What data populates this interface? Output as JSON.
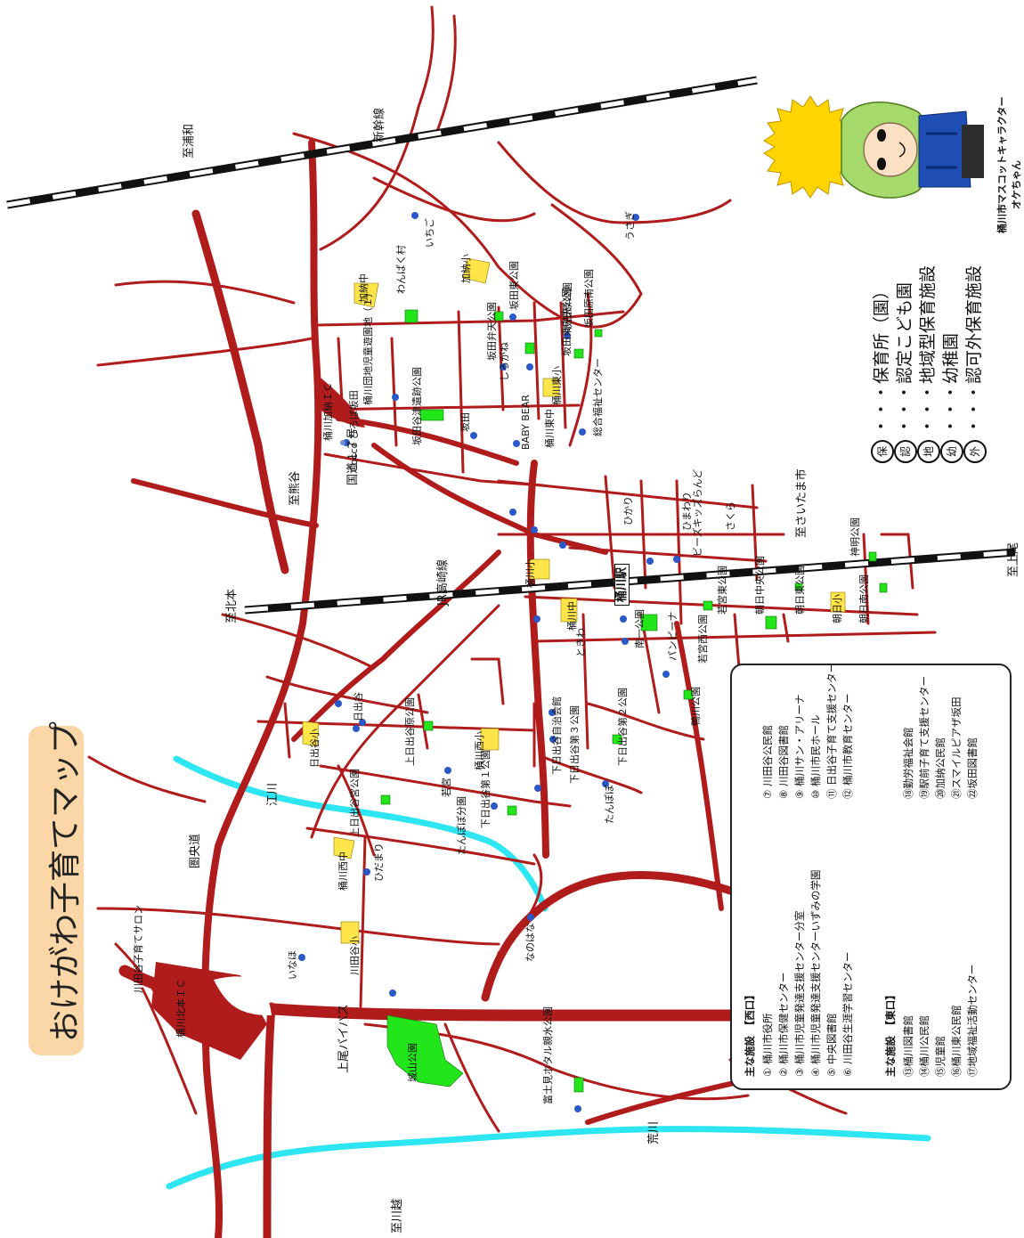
{
  "title": "おけがわ子育てマップ",
  "directions": {
    "urawa": "至浦和",
    "kumagaya": "至熊谷",
    "kitamoto": "至北本",
    "saitama": "至さいたま市",
    "ageo": "至上尾",
    "kawagoe": "至川越"
  },
  "railways": {
    "shinkansen": "新幹線",
    "takasaki": "JR高崎線",
    "station": "桶川駅"
  },
  "roads": {
    "route17": "国道１７号",
    "kenou": "圏央道",
    "ageo_bypass": "上尾バイパス",
    "kanou_ic": "桶川加納ＩＣ",
    "kitamoto_ic": "桶川北本ＩＣ"
  },
  "rivers": {
    "egawa": "江川",
    "arakawa": "荒川"
  },
  "facility_labels": [
    "わんぱく村",
    "いちご",
    "加納小",
    "加納中",
    "うさぎ",
    "坂田東公園",
    "坂田原南公園",
    "坂田弁天公園",
    "しろがね",
    "坂田東中央公園",
    "坂田原公園",
    "桶川東小",
    "桶川団地児童遊園地（１）",
    "坂田谷津遺跡公園",
    "坂田",
    "BABY BEAR",
    "桶川東中",
    "総合福祉センター",
    "Cocco ひろば坂田",
    "ひかり",
    "ひまわり",
    "ビーズキッズらんど",
    "さくら",
    "神明公園",
    "朝日南公園",
    "朝日小",
    "朝日東公園",
    "朝日中央公園",
    "若宮東公園",
    "若宮西公園",
    "パンピーナ",
    "鴨川公園",
    "桶川小",
    "桶川中",
    "南一公園",
    "ときわ",
    "日出谷",
    "日出谷小",
    "上日出谷原公園",
    "桶川西小",
    "下日出谷自治会館",
    "下日出谷第３公園",
    "下日出谷第２公園",
    "上日出谷宮公園",
    "下日出谷第１公園",
    "若宮",
    "たんぽぽ",
    "たんぽぽ分園",
    "桶川西中",
    "ひだまり",
    "なのはな",
    "川田谷小",
    "いなほ",
    "川田谷子育てサロン",
    "城山公園",
    "富士見ホタル親水公園"
  ],
  "legend": [
    {
      "sym": "保",
      "text": "・・・保育所（園）"
    },
    {
      "sym": "認",
      "text": "・・・認定こども園"
    },
    {
      "sym": "地",
      "text": "・・・地域型保育施設"
    },
    {
      "sym": "幼",
      "text": "・・・幼稚園"
    },
    {
      "sym": "外",
      "text": "・・・認可外保育施設"
    }
  ],
  "mascot": {
    "caption1": "桶川市マスコットキャラクター",
    "caption2": "オケちゃん"
  },
  "facilities_box": {
    "west_heading": "主な施設　【西口】",
    "west": [
      "① 桶川市役所",
      "② 桶川市保健センター",
      "③ 桶川市児童発達支援センター分室",
      "④ 桶川市児童発達支援センターいずみの学園",
      "⑤ 中央図書館",
      "⑥ 川田谷生涯学習センター",
      "⑦ 川田谷公民館",
      "⑧ 川田谷図書館",
      "⑨ 桶川サン・アリーナ",
      "⑩ 桶川市民ホール",
      "⑪ 日出谷子育て支援センター",
      "⑫ 桶川市教育センター"
    ],
    "east_heading": "主な施設　【東口】",
    "east": [
      "⑬桶川図書館",
      "⑭桶川公民館",
      "⑮児童館",
      "⑯桶川東公民館",
      "⑰地域福祉活動センター",
      "⑱勤労福祉会館",
      "⑲駅前子育て支援センター",
      "⑳加納公民館",
      "㉑スマイルピアザ坂田",
      "㉒坂田図書館"
    ]
  },
  "colors": {
    "road": "#b01c1c",
    "river": "#2ee6f2",
    "park": "#22e61a",
    "school": "#ffe44a",
    "title_bg": "#fbd6a6"
  }
}
